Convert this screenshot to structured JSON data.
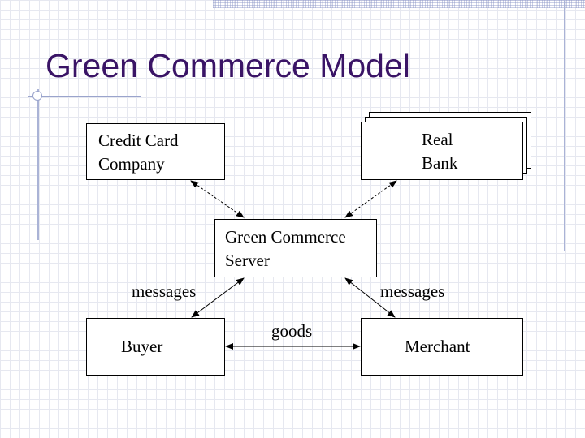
{
  "title": "Green Commerce Model",
  "nodes": {
    "credit_card": {
      "line1": "Credit Card",
      "line2": "Company"
    },
    "bank": {
      "line1": "Real",
      "line2": "Bank"
    },
    "server": {
      "line1": "Green Commerce",
      "line2": "Server"
    },
    "buyer": {
      "label": "Buyer"
    },
    "merchant": {
      "label": "Merchant"
    }
  },
  "edge_labels": {
    "messages_left": "messages",
    "messages_right": "messages",
    "goods": "goods"
  },
  "colors": {
    "title": "#3a1466",
    "grid": "#e6e8f0",
    "accent_rule": "#aab3d6",
    "line": "#000000"
  }
}
